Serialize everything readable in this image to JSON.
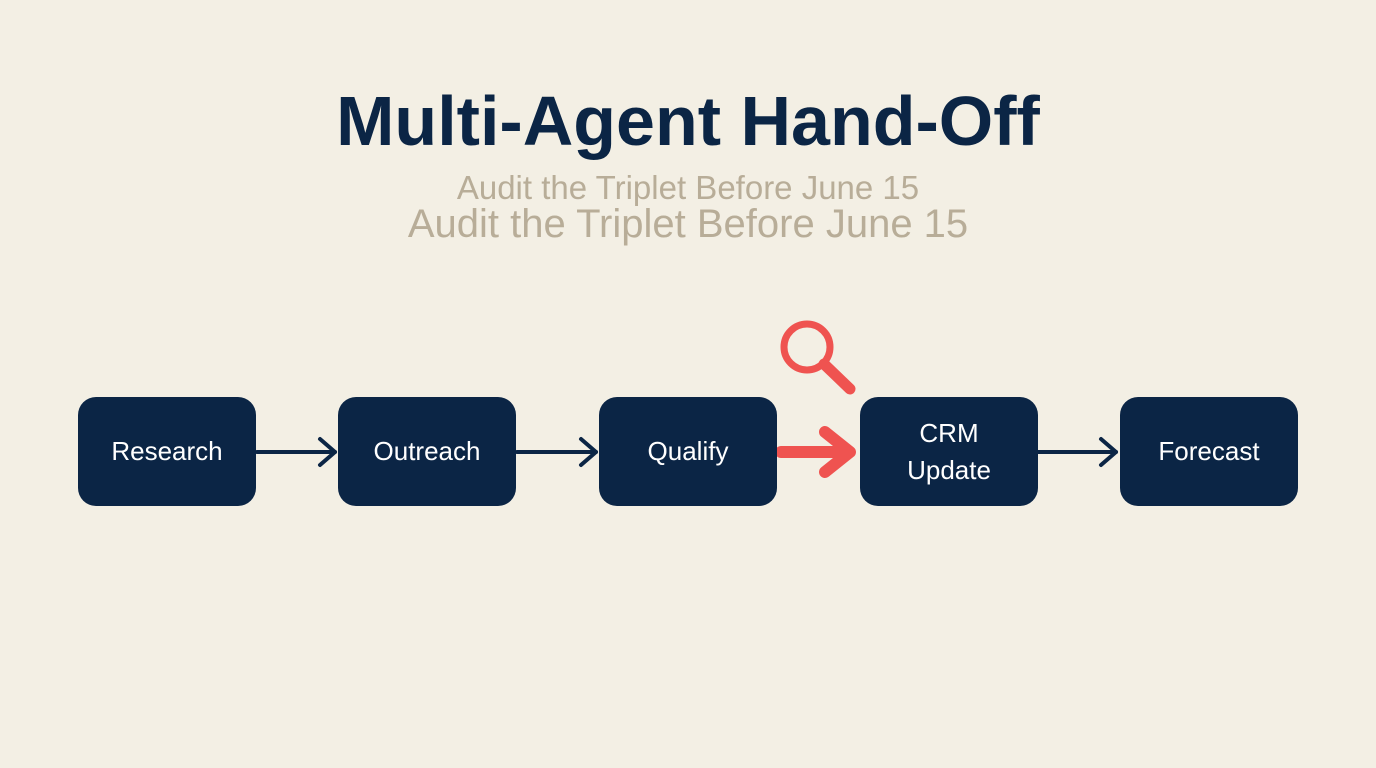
{
  "title": "Multi-Agent Hand-Off",
  "subtitle_1": "Audit the Triplet Before June 15",
  "subtitle_2": "Audit the Triplet Before June 15",
  "nodes": [
    {
      "label": "Research"
    },
    {
      "label": "Outreach"
    },
    {
      "label": "Qualify"
    },
    {
      "label": "CRM Update"
    },
    {
      "label": "Forecast"
    }
  ],
  "connectors": [
    {
      "from": "Research",
      "to": "Outreach",
      "highlighted": false
    },
    {
      "from": "Outreach",
      "to": "Qualify",
      "highlighted": false
    },
    {
      "from": "Qualify",
      "to": "CRM Update",
      "highlighted": true
    },
    {
      "from": "CRM Update",
      "to": "Forecast",
      "highlighted": false
    }
  ],
  "highlight_icon": "magnifier-icon",
  "colors": {
    "background": "#f3efe4",
    "node_fill": "#0b2545",
    "node_text": "#ffffff",
    "title": "#0b2545",
    "subtitle": "#b8ad98",
    "arrow": "#0b2545",
    "highlight": "#ef5350"
  }
}
